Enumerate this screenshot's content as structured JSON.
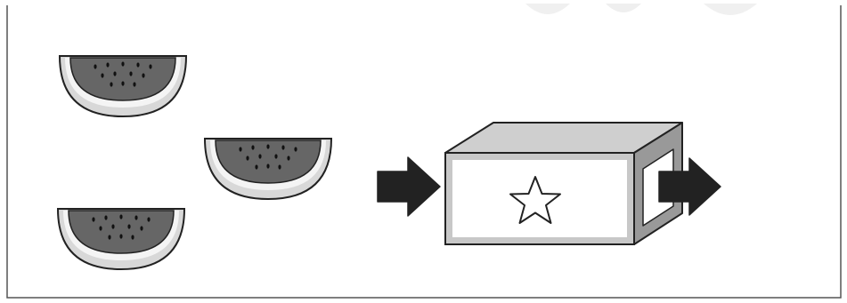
{
  "diagram": {
    "inputs": [
      {
        "item": "watermelon-slice",
        "icon": "watermelon-slice-icon"
      },
      {
        "item": "watermelon-slice",
        "icon": "watermelon-slice-icon"
      },
      {
        "item": "watermelon-slice",
        "icon": "watermelon-slice-icon"
      }
    ],
    "process": {
      "box": "machine-box",
      "symbol": "star-icon"
    },
    "flow": [
      "arrow-right-icon",
      "arrow-right-icon"
    ]
  },
  "colors": {
    "frame": "#555555",
    "rind_outer": "#d8d8d8",
    "rind_white": "#f4f4f4",
    "flesh": "#666666",
    "seed": "#111111",
    "box_top": "#cfcfcf",
    "box_side": "#999999",
    "box_face_border": "#c8c8c8",
    "box_face": "#ffffff",
    "arrow": "#222222",
    "outline": "#222222"
  }
}
